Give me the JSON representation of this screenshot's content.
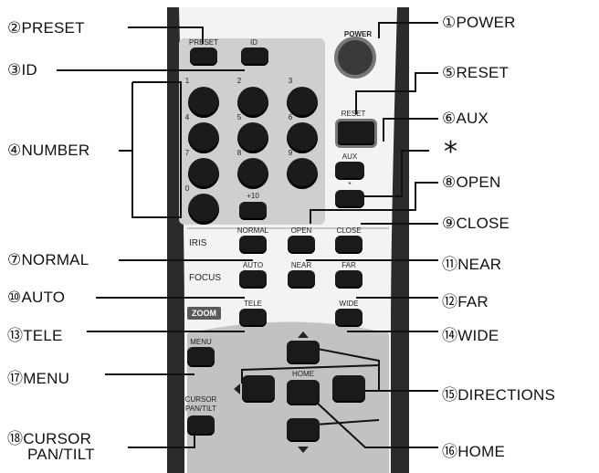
{
  "callouts": {
    "preset": "②PRESET",
    "id": "③ID",
    "number": "④NUMBER",
    "normal": "⑦NORMAL",
    "auto": "⑩AUTO",
    "tele": "⑬TELE",
    "menu": "⑰MENU",
    "cursor_line1": "⑱CURSOR",
    "cursor_line2": "PAN/TILT",
    "power": "①POWER",
    "reset": "⑤RESET",
    "aux": "⑥AUX",
    "star": "*",
    "open": "⑧OPEN",
    "close": "⑨CLOSE",
    "near": "⑪NEAR",
    "far": "⑫FAR",
    "wide": "⑭WIDE",
    "directions": "⑮DIRECTIONS",
    "home": "⑯HOME"
  },
  "remote": {
    "power_label": "POWER",
    "preset_label": "PRESET",
    "id_label": "ID",
    "reset_label": "RESET",
    "aux_label": "AUX",
    "star_label": "*",
    "num_1": "1",
    "num_2": "2",
    "num_3": "3",
    "num_4": "4",
    "num_5": "5",
    "num_6": "6",
    "num_7": "7",
    "num_8": "8",
    "num_9": "9",
    "num_0": "0",
    "num_10": "+10",
    "iris_label": "IRIS",
    "normal_label": "NORMAL",
    "open_label": "OPEN",
    "close_label": "CLOSE",
    "focus_label": "FOCUS",
    "auto_label": "AUTO",
    "near_label": "NEAR",
    "far_label": "FAR",
    "zoom_label": "ZOOM",
    "tele_label": "TELE",
    "wide_label": "WIDE",
    "menu_label": "MENU",
    "cursor_label_1": "CURSOR",
    "cursor_label_2": "PAN/TILT",
    "home_label": "HOME"
  },
  "colors": {
    "body": "#f4f4f4",
    "frame": "#2a2a2a",
    "panel": "#cfcfcf",
    "lower_panel": "#bdbdbd",
    "key": "#1a1a1a"
  }
}
